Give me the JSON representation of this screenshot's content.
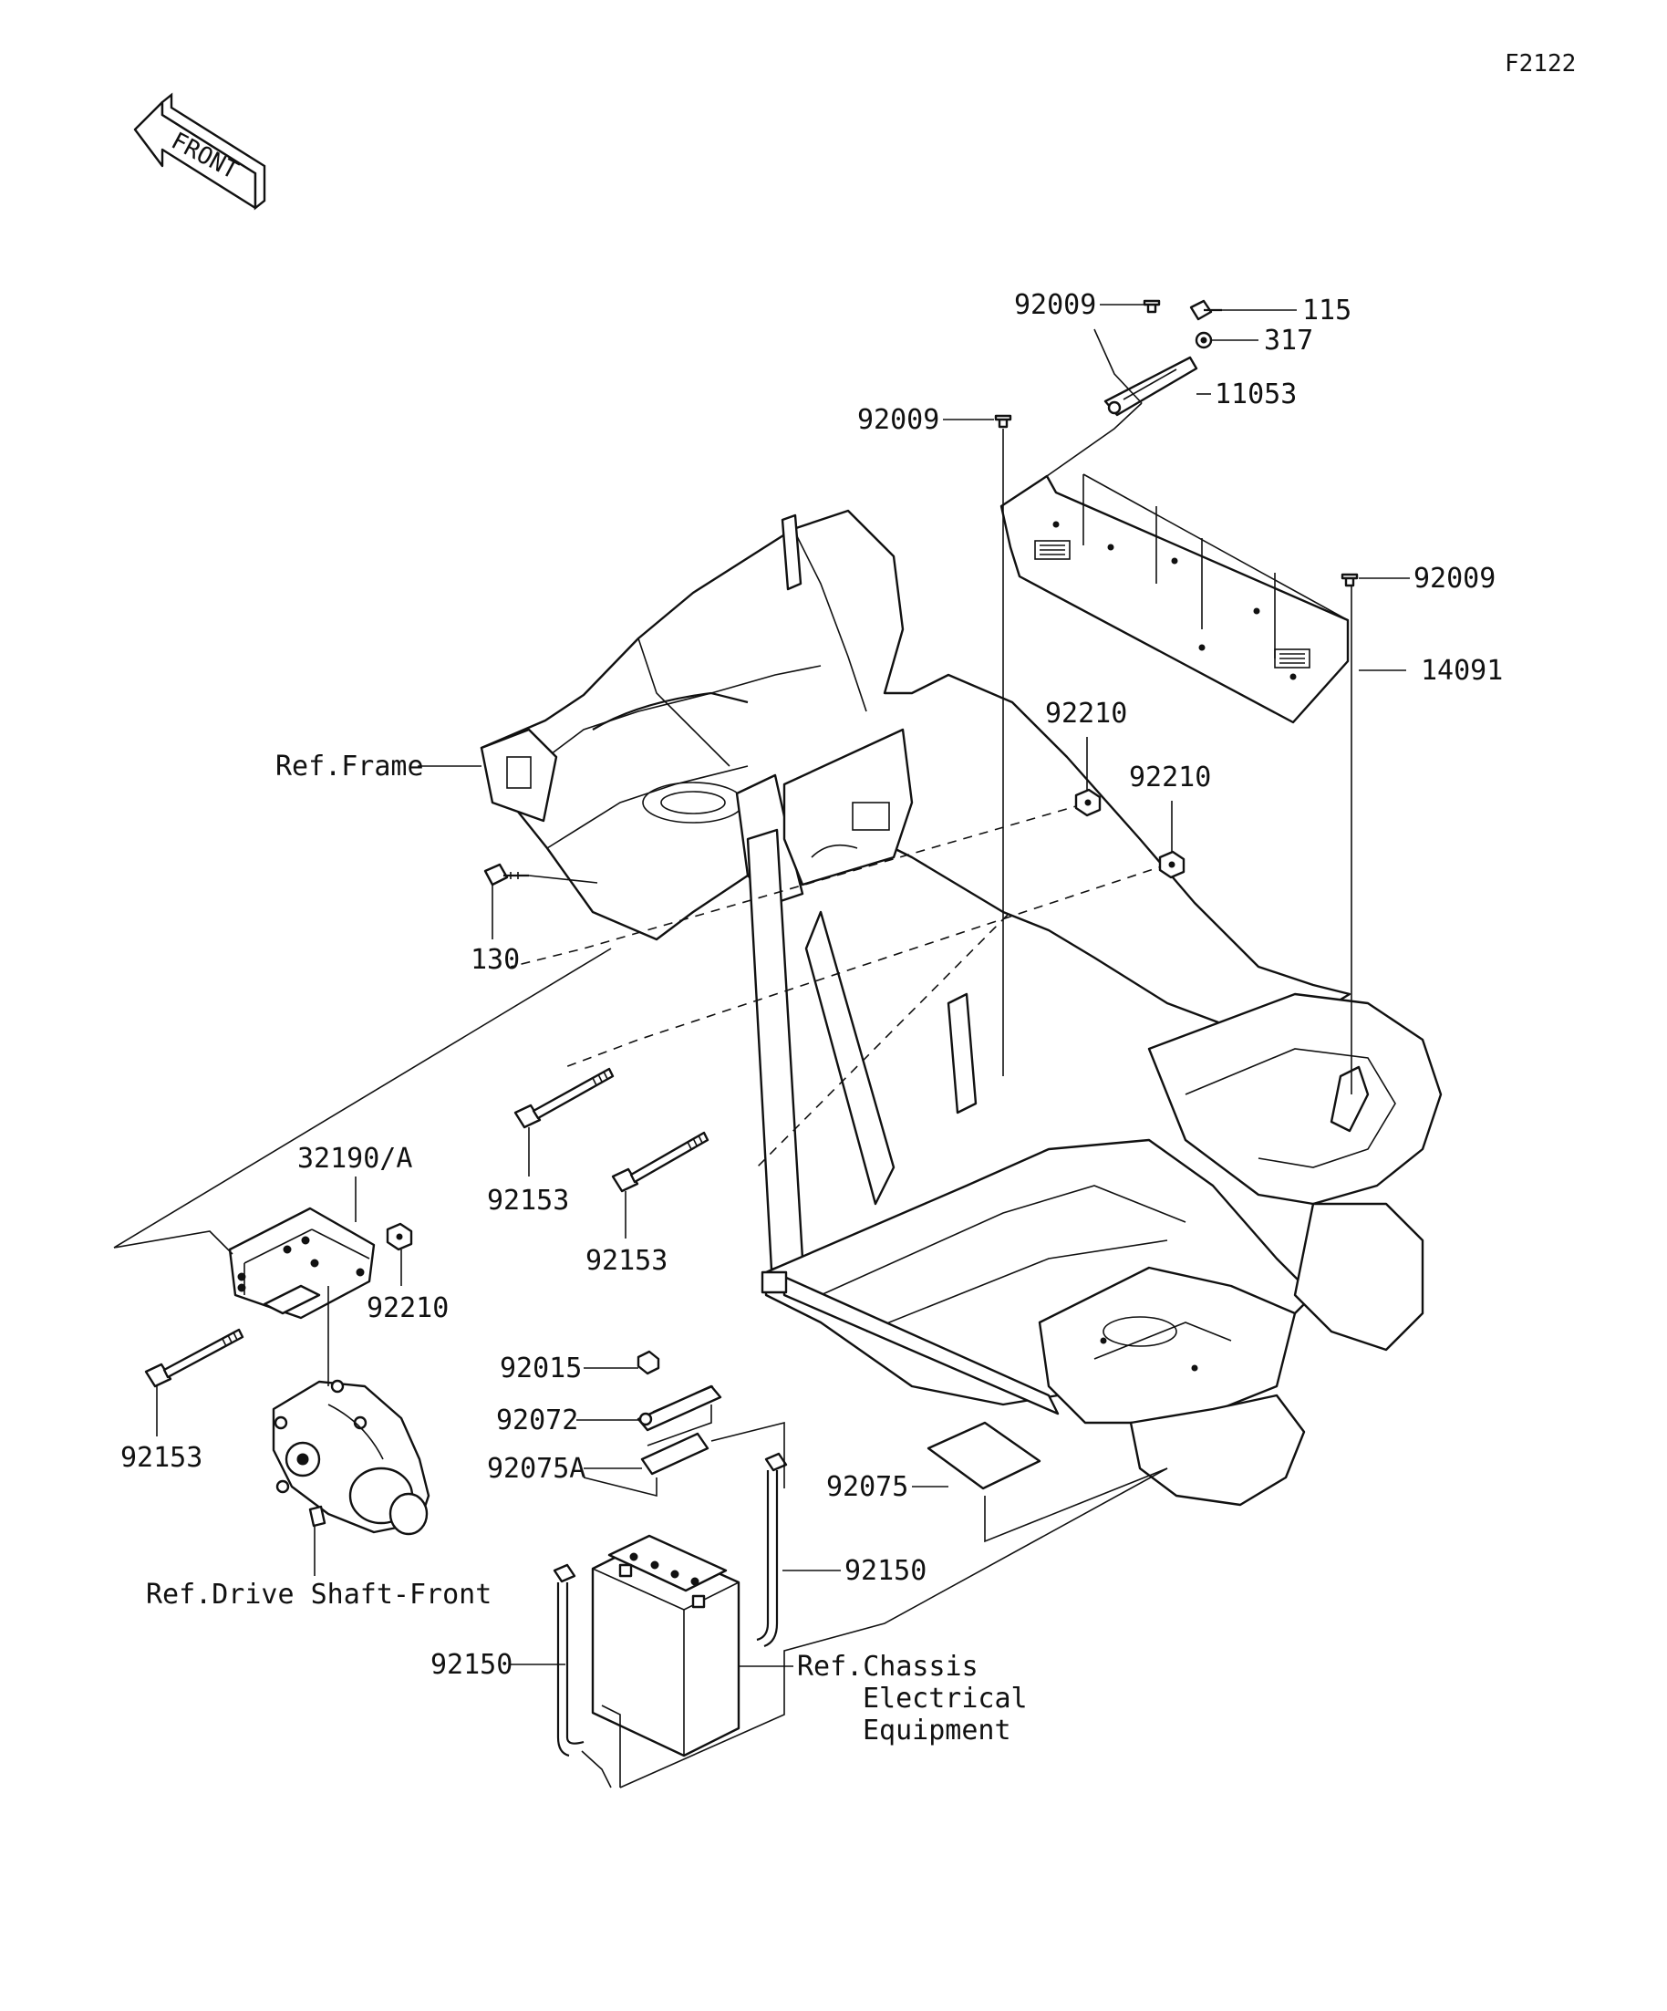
{
  "figure_code": "F2122",
  "front_arrow": {
    "text": "FRONT",
    "icon": "front-direction-arrow-icon"
  },
  "labels": {
    "p92009_a": "92009",
    "p115": "115",
    "p317": "317",
    "p11053": "11053",
    "p92009_b": "92009",
    "p92009_c": "92009",
    "p14091": "14091",
    "ref_frame": "Ref.Frame",
    "p92210_a": "92210",
    "p92210_b": "92210",
    "p130": "130",
    "p92153_a": "92153",
    "p92153_b": "92153",
    "p32190": "32190/A",
    "p92210_c": "92210",
    "p92153_c": "92153",
    "p92015": "92015",
    "p92072": "92072",
    "p92075A": "92075A",
    "p92075": "92075",
    "p92150_a": "92150",
    "p92150_b": "92150",
    "ref_drive": "Ref.Drive Shaft-Front",
    "ref_chassis_1": "Ref.Chassis",
    "ref_chassis_2": "Electrical",
    "ref_chassis_3": "Equipment"
  }
}
